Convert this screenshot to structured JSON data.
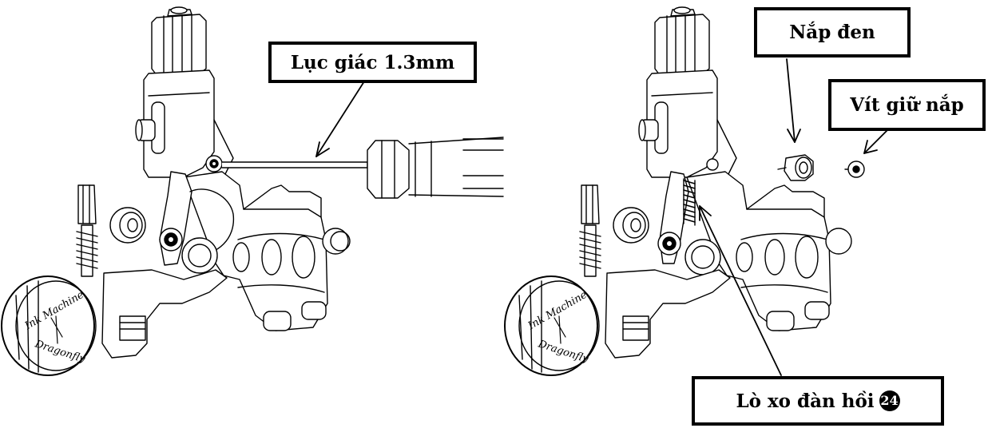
{
  "callouts": {
    "hex_key": "Lục giác 1.3mm",
    "black_cap": "Nắp đen",
    "cap_screw": "Vít giữ nắp",
    "spring": "Lò xo đàn hồi",
    "spring_number": "24"
  },
  "machine_logo": {
    "line1": "Ink Machine",
    "line2": "Dragonfly"
  }
}
